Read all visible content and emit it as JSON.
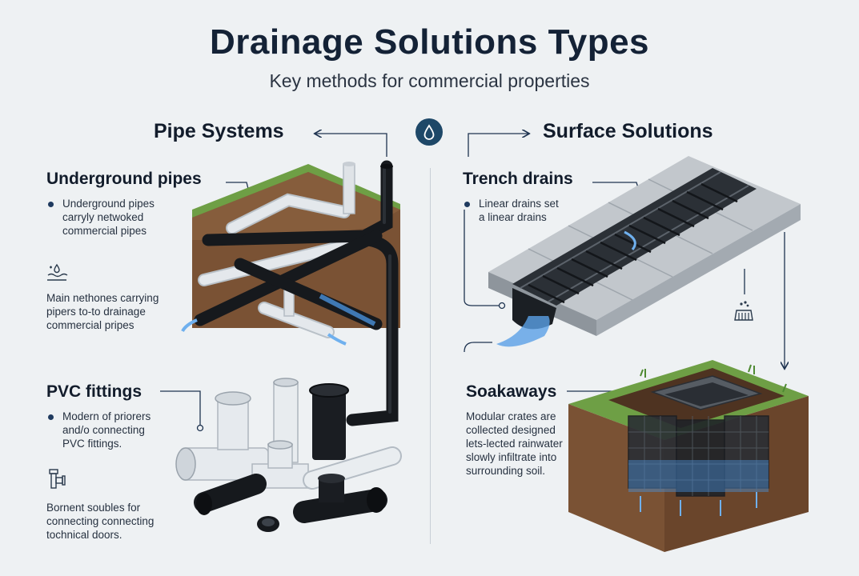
{
  "header": {
    "title": "Drainage Solutions Types",
    "subtitle": "Key methods for commercial properties"
  },
  "left": {
    "title": "Pipe Systems",
    "underground": {
      "heading": "Underground pipes",
      "bullet": [
        "Underground pipes",
        "carryly netwoked",
        "commercial pipes"
      ],
      "note": [
        "Main nethones carrying",
        "pipers to-to drainage",
        "commercial pripes"
      ]
    },
    "pvc": {
      "heading": "PVC fittings",
      "bullet": [
        "Modern of priorers",
        "and/o connecting",
        "PVC fittings."
      ],
      "note": [
        "Bornent soubles for",
        "connecting connecting",
        "tochnical doors."
      ]
    }
  },
  "right": {
    "title": "Surface Solutions",
    "trench": {
      "heading": "Trench drains",
      "bullet": [
        "Linear drains set",
        "a linear drains"
      ]
    },
    "soakaways": {
      "heading": "Soakaways",
      "text": [
        "Modular crates are",
        "collected designed",
        "lets-lected rainwater",
        "slowly infiltrate into",
        "surrounding soil."
      ]
    }
  },
  "colors": {
    "accent": "#1e4868",
    "pipe_black": "#1a1d22",
    "pipe_white": "#d9dee3",
    "grass": "#5c8f3e",
    "soil": "#7a5234",
    "water": "#4a90d9"
  },
  "icons": [
    "water-drop-icon",
    "water-level-icon",
    "pipe-fitting-icon",
    "cleaning-brush-icon"
  ]
}
